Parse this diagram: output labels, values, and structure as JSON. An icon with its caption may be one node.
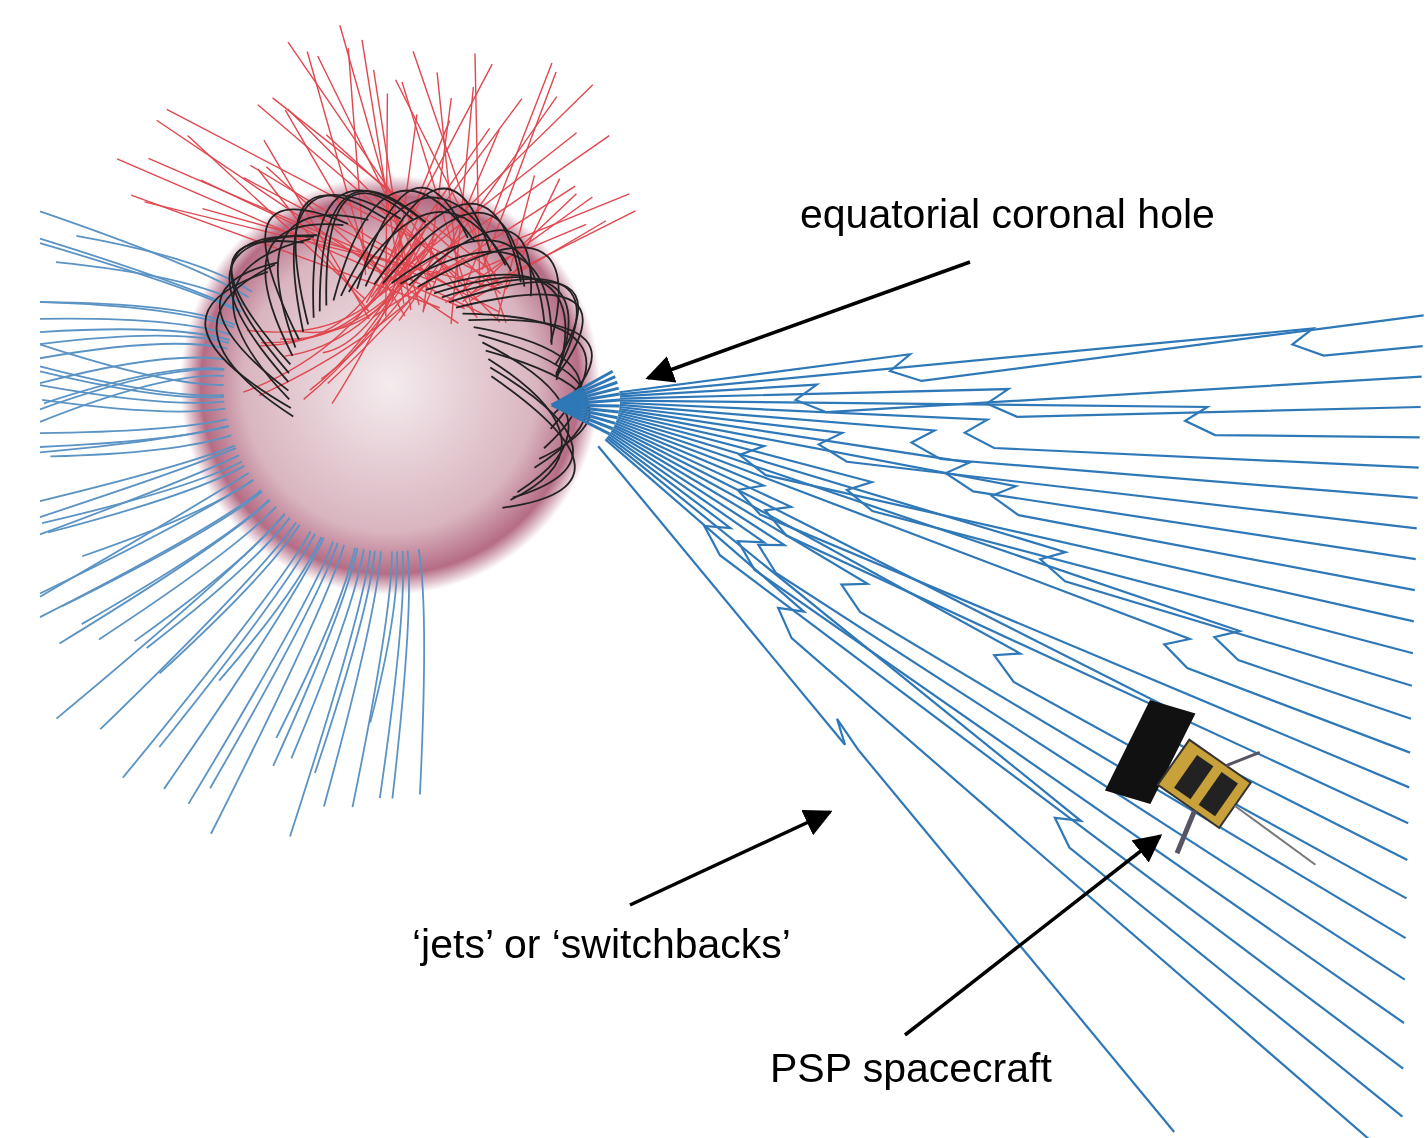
{
  "diagram": {
    "nodes": [
      {
        "text": [
          "equatorial coronal hole"
        ]
      },
      {
        "text": [],
        "shape": "picture"
      },
      {
        "text": [
          "‘jets’ or ‘switchbacks’"
        ]
      },
      {
        "text": [],
        "shape": "picture"
      },
      {
        "text": [
          "PSP spacecraft"
        ]
      },
      {
        "text": [],
        "shape": "picture"
      }
    ],
    "edges": [
      {
        "from": 0,
        "to": 1,
        "arrow": "to"
      },
      {
        "from": 2,
        "to": 3,
        "arrow": "to"
      },
      {
        "from": 4,
        "to": 5,
        "arrow": "to"
      }
    ]
  }
}
